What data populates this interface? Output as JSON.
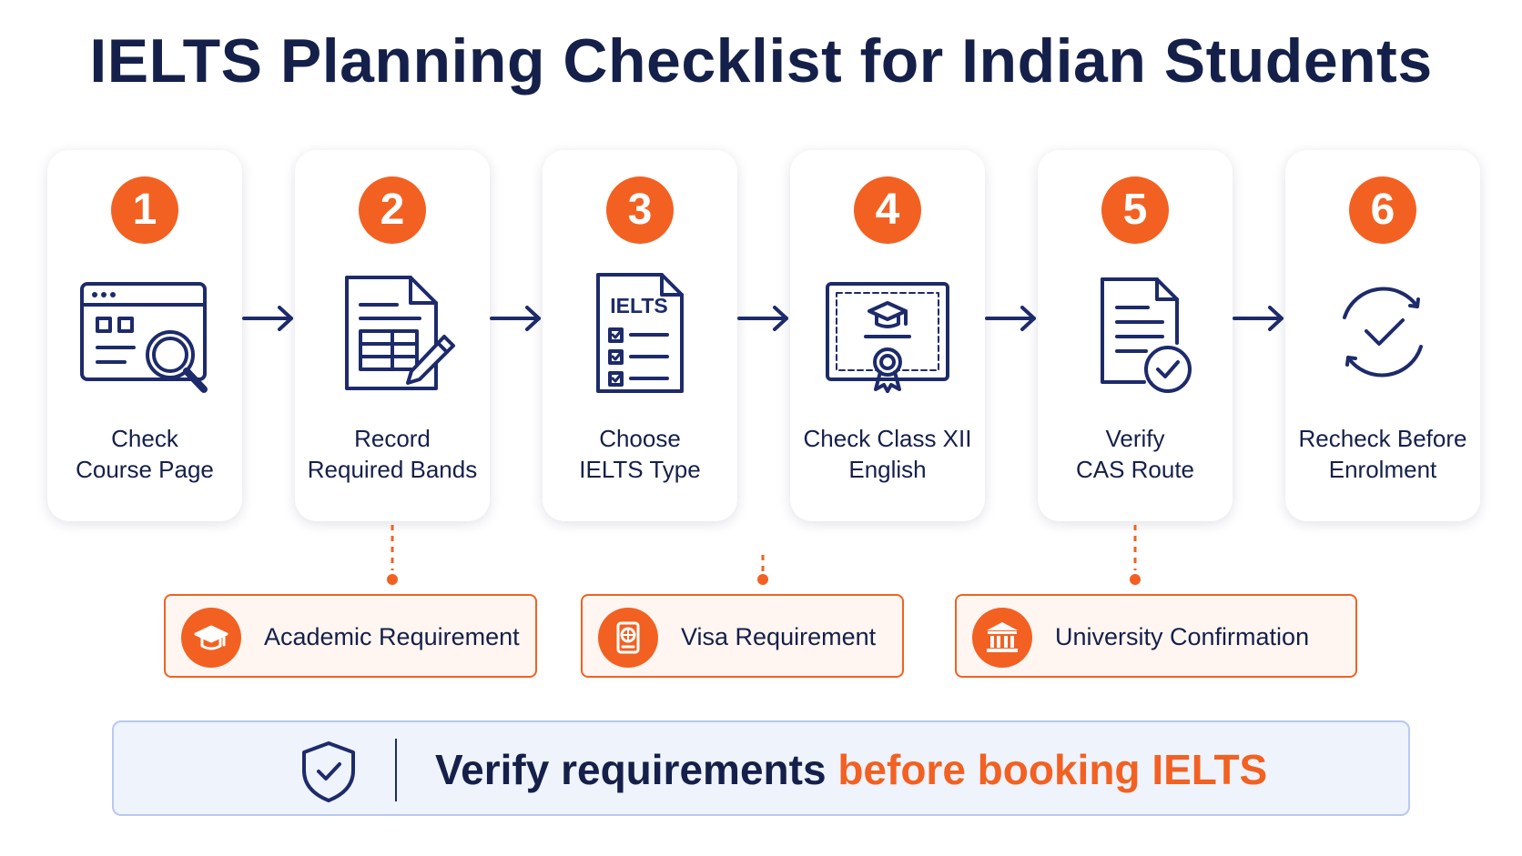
{
  "title": "IELTS Planning Checklist for Indian Students",
  "colors": {
    "accent": "#f26122",
    "navy": "#15204a",
    "icon_blue": "#1d2b6b",
    "banner_bg": "#eef3fc"
  },
  "steps": [
    {
      "number": "1",
      "line1": "Check",
      "line2": "Course Page",
      "icon": "browser-search-icon"
    },
    {
      "number": "2",
      "line1": "Record",
      "line2": "Required Bands",
      "icon": "document-edit-icon"
    },
    {
      "number": "3",
      "line1": "Choose",
      "line2": "IELTS Type",
      "icon": "ielts-checklist-icon",
      "icon_text": "IELTS"
    },
    {
      "number": "4",
      "line1": "Check Class XII",
      "line2": "English",
      "icon": "certificate-icon"
    },
    {
      "number": "5",
      "line1": "Verify",
      "line2": "CAS Route",
      "icon": "document-check-icon"
    },
    {
      "number": "6",
      "line1": "Recheck Before",
      "line2": "Enrolment",
      "icon": "refresh-check-icon"
    }
  ],
  "requirements": [
    {
      "label": "Academic Requirement",
      "icon": "graduation-cap-icon"
    },
    {
      "label": "Visa Requirement",
      "icon": "passport-icon"
    },
    {
      "label": "University Confirmation",
      "icon": "university-building-icon"
    }
  ],
  "banner": {
    "text_main": "Verify requirements ",
    "text_accent": "before booking IELTS",
    "icon": "shield-check-icon"
  }
}
